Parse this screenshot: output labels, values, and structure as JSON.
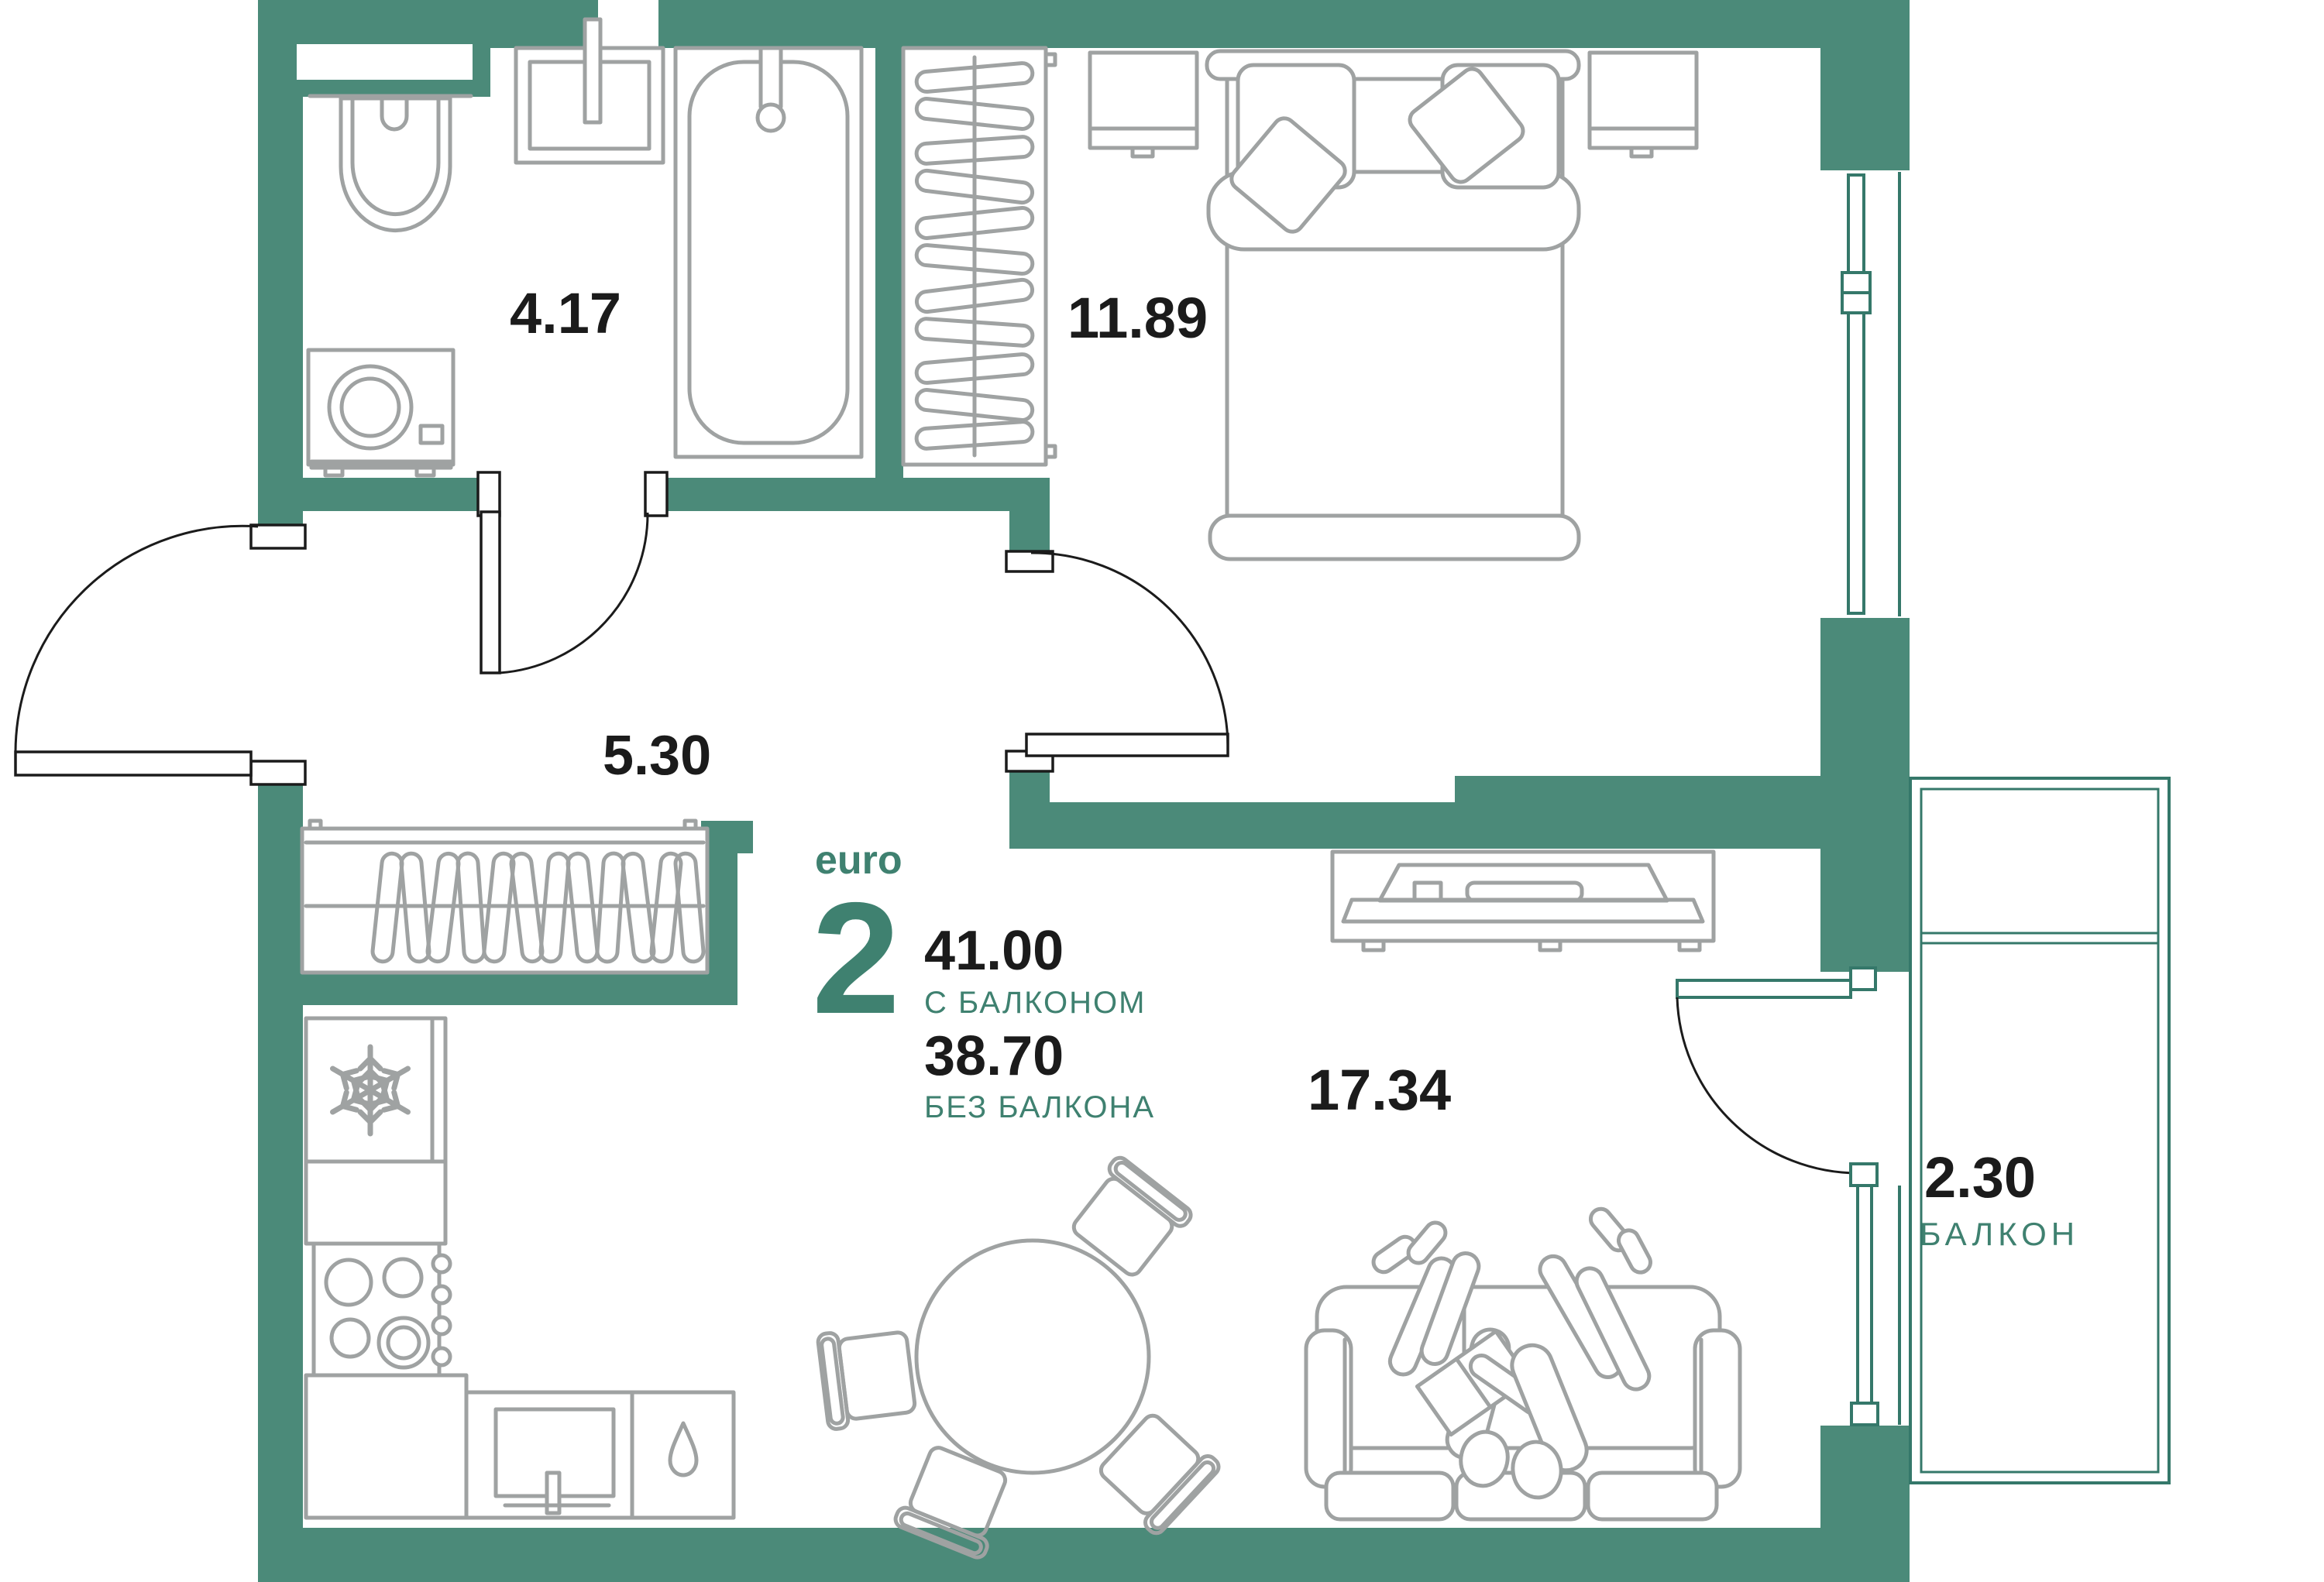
{
  "plan": {
    "summary": {
      "type_label": "euro",
      "rooms_count": "2",
      "area_with_balcony": "41.00",
      "with_balcony_label": "С БАЛКОНОМ",
      "area_without_balcony": "38.70",
      "without_balcony_label": "БЕЗ БАЛКОНА"
    },
    "rooms": [
      {
        "name": "bathroom",
        "area": "4.17"
      },
      {
        "name": "bedroom",
        "area": "11.89"
      },
      {
        "name": "hallway",
        "area": "5.30"
      },
      {
        "name": "living-kitchen",
        "area": "17.34"
      },
      {
        "name": "balcony",
        "area": "2.30",
        "label": "БАЛКОН"
      }
    ],
    "colors": {
      "wall": "#4B8A79",
      "window_line": "#35786A",
      "furniture_line": "#9FA2A2",
      "door_line": "#1B1B1B",
      "text_dark": "#1B1B1B",
      "text_accent": "#3F8170"
    }
  }
}
